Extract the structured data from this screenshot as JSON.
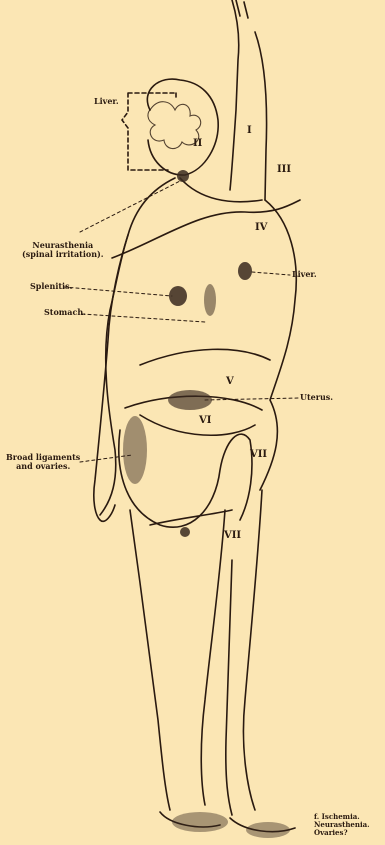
{
  "labels": {
    "liver_head": "Liver.",
    "neurasthenia_line1": "Neurasthenia",
    "neurasthenia_line2": "(spinal irritation).",
    "splenitis": "Splenitis.",
    "stomach": "Stomach.",
    "liver_right": "Liver.",
    "uterus": "Uterus.",
    "broad_line1": "Broad ligaments",
    "broad_line2": "and ovaries.",
    "foot_line1": "f. Ischemia.",
    "foot_line2": "Neurasthenia.",
    "foot_line3": "Ovaries?"
  },
  "zones": {
    "I": "I",
    "II": "II",
    "III": "III",
    "IV": "IV",
    "V": "V",
    "VI": "VI",
    "VII_hip": "VII",
    "VII_thigh": "VII"
  },
  "colors": {
    "background": "#fbe6b4",
    "ink": "#2a1a10",
    "shading": "#3a2a20"
  }
}
